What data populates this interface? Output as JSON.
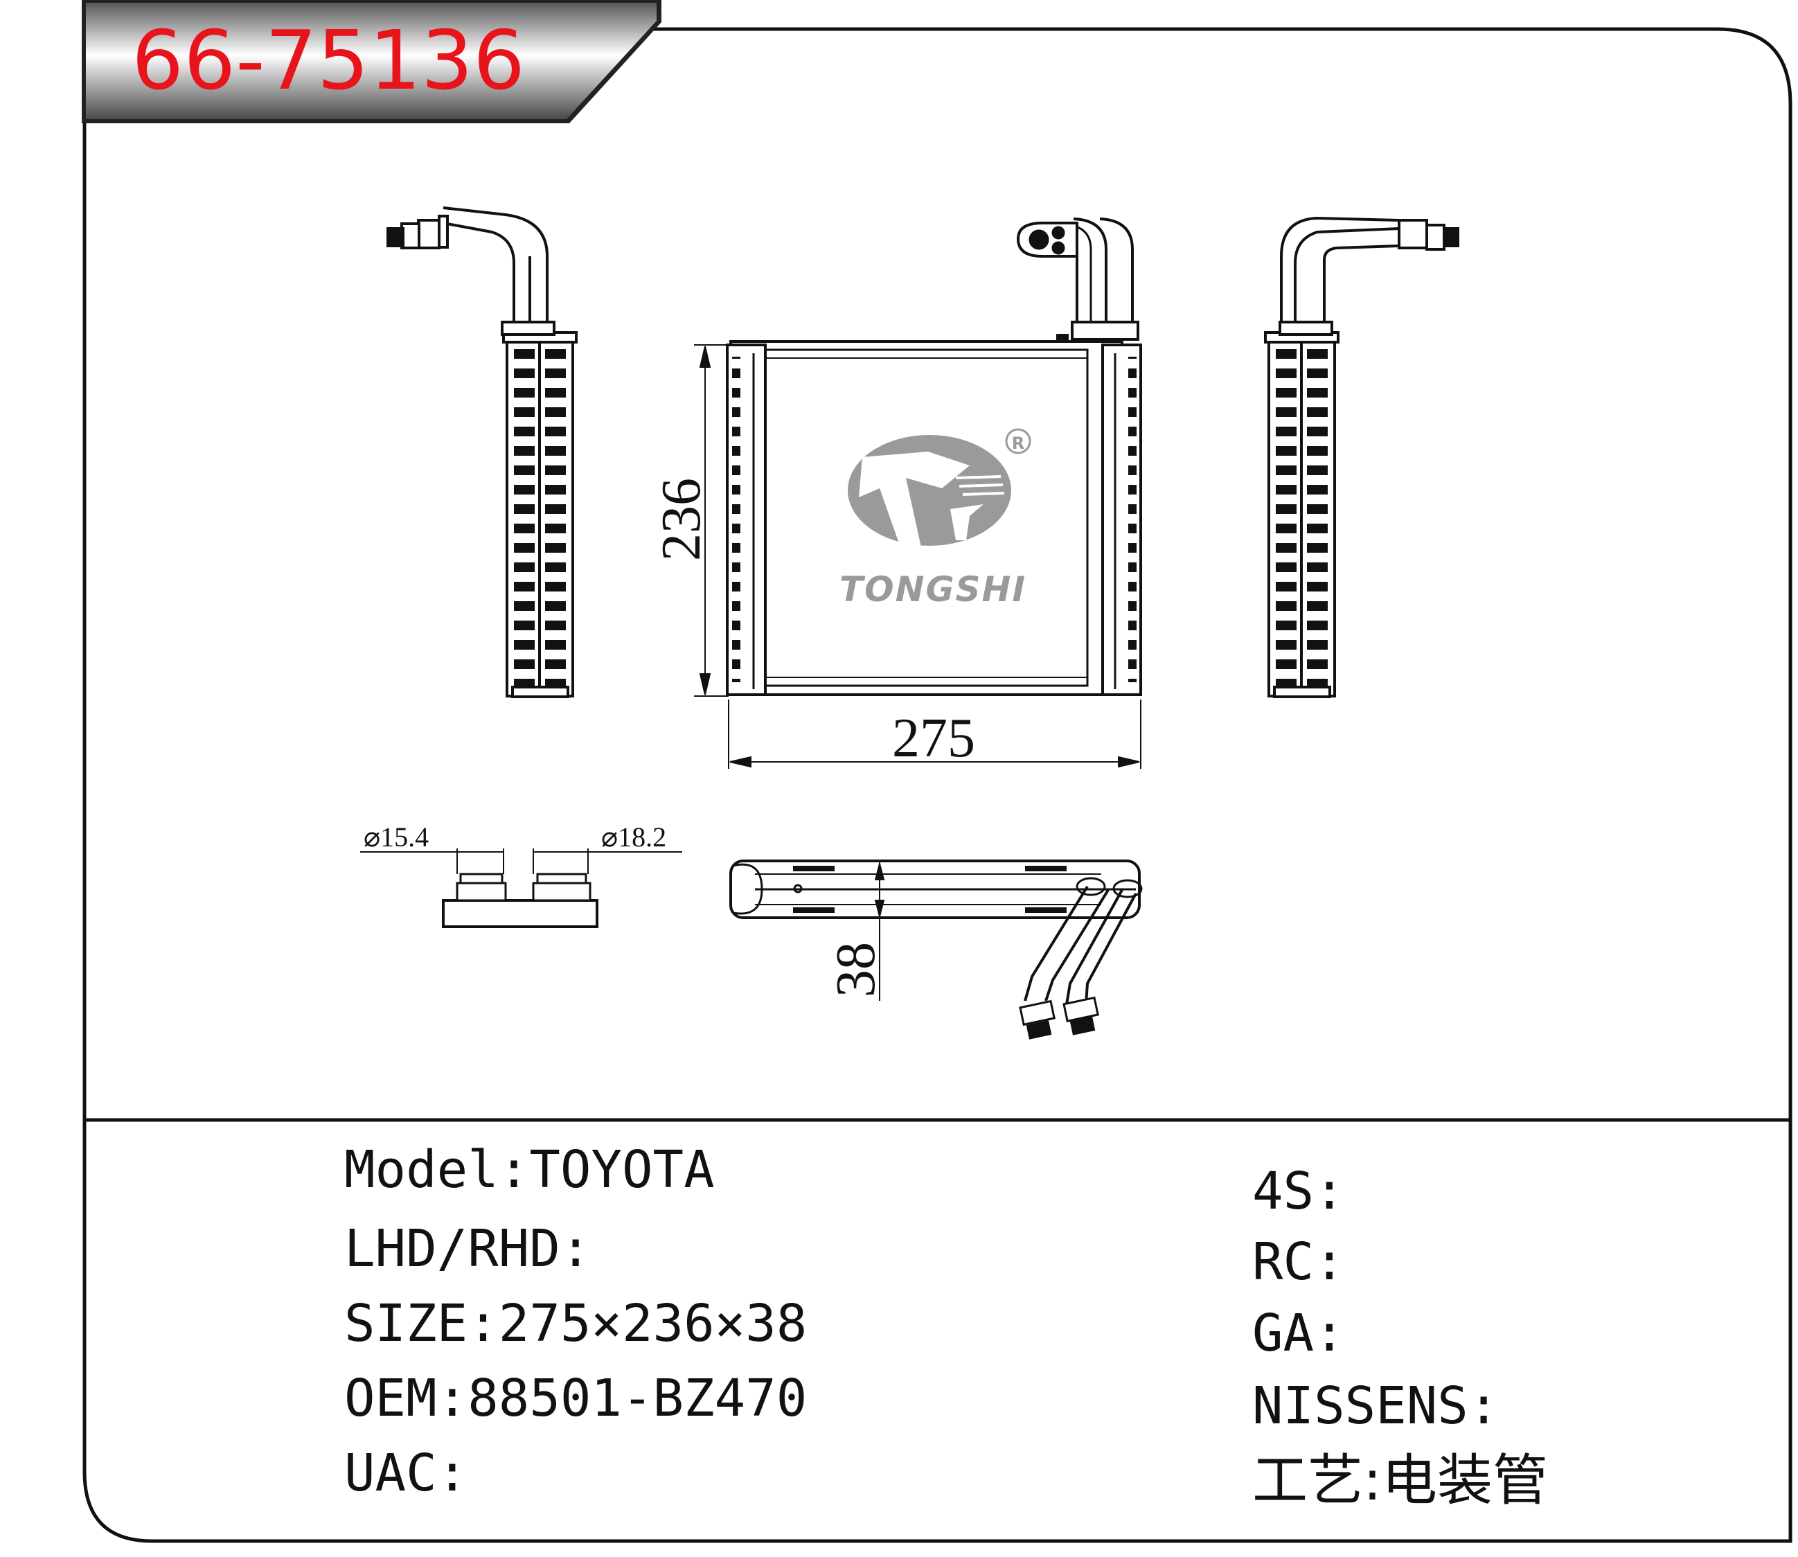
{
  "part_number": "66-75136",
  "brand": "TONGSHI",
  "registered_mark": "R",
  "dimensions": {
    "width": "275",
    "height": "236",
    "depth": "38",
    "inlet_diameter": "⌀15.4",
    "outlet_diameter": "⌀18.2"
  },
  "specs_left": [
    {
      "label": "Model:",
      "value": "TOYOTA"
    },
    {
      "label": "LHD/RHD:",
      "value": ""
    },
    {
      "label": "SIZE:",
      "value": "275×236×38"
    },
    {
      "label": "OEM:",
      "value": "88501-BZ470"
    },
    {
      "label": "UAC:",
      "value": ""
    }
  ],
  "specs_right": [
    {
      "label": "4S:",
      "value": ""
    },
    {
      "label": "RC:",
      "value": ""
    },
    {
      "label": "GA:",
      "value": ""
    },
    {
      "label": "NISSENS:",
      "value": ""
    },
    {
      "label": "工艺:",
      "value": "电装管"
    }
  ],
  "colors": {
    "part_number": "#e8141c",
    "line": "#111111",
    "logo_gray": "#9a9a9a"
  }
}
